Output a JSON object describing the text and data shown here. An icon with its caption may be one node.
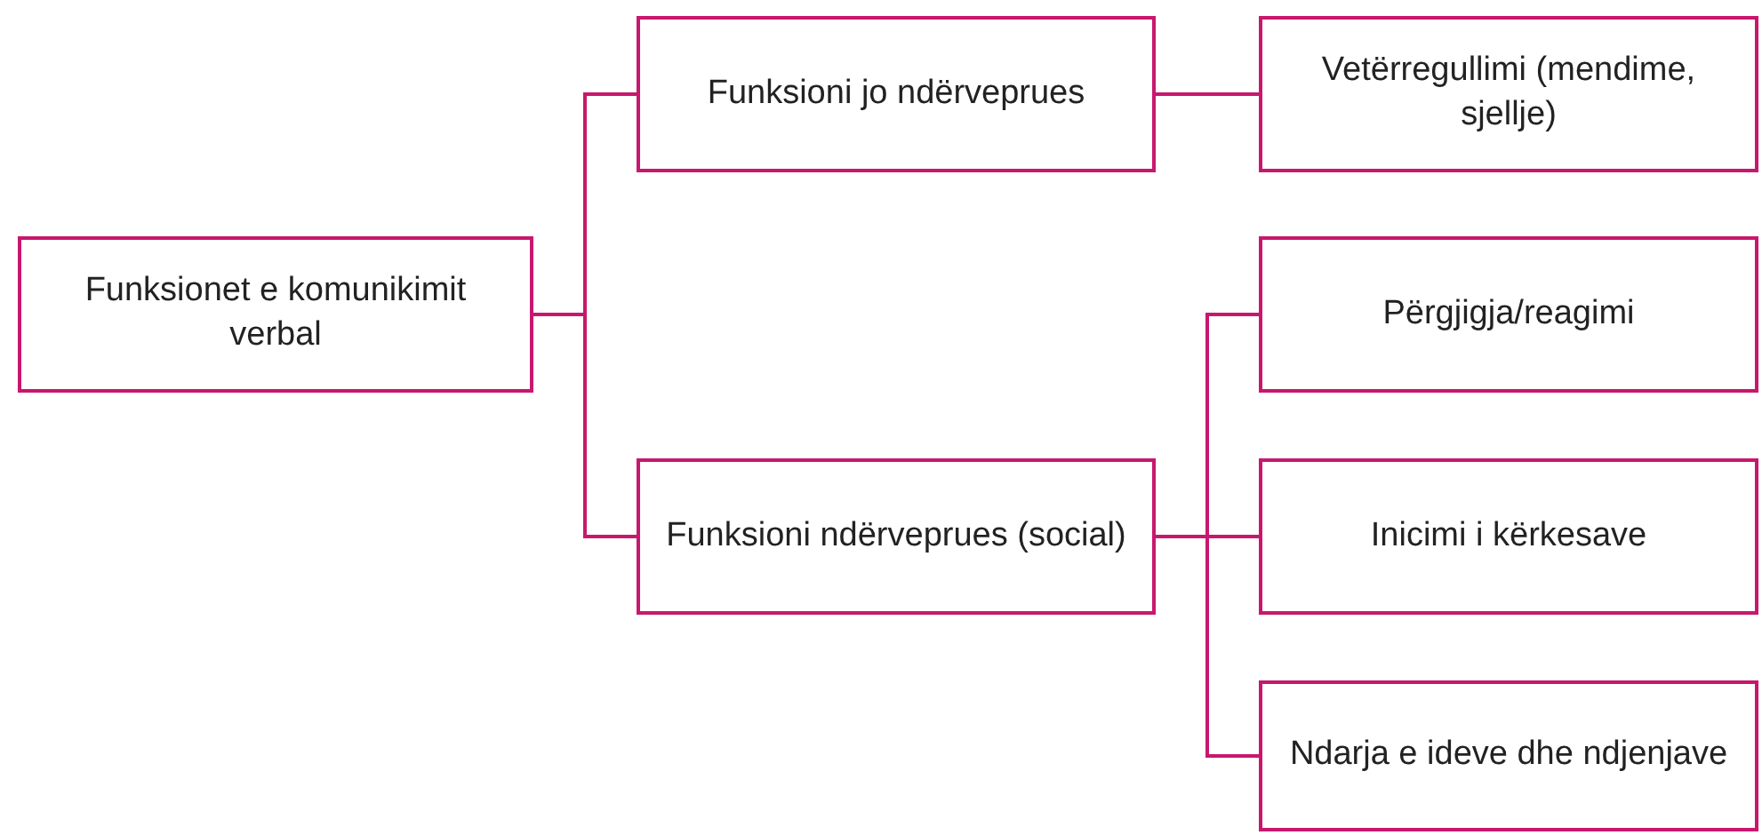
{
  "diagram": {
    "nodes": [
      {
        "text": [
          "Funksionet e komunikimit verbal"
        ]
      },
      {
        "text": [
          "Funksioni jo ndërveprues"
        ]
      },
      {
        "text": [
          "Vetërregullimi (mendime, sjellje)"
        ]
      },
      {
        "text": [
          "Funksioni ndërveprues (social)"
        ]
      },
      {
        "text": [
          "Përgjigja/reagimi"
        ]
      },
      {
        "text": [
          "Inicimi i kërkesave"
        ]
      },
      {
        "text": [
          "Ndarja e ideve dhe ndjenjave"
        ]
      }
    ],
    "edges": [
      {
        "from": 0,
        "to": 1,
        "arrow": "none"
      },
      {
        "from": 0,
        "to": 3,
        "arrow": "none"
      },
      {
        "from": 1,
        "to": 2,
        "arrow": "none"
      },
      {
        "from": 3,
        "to": 4,
        "arrow": "none"
      },
      {
        "from": 3,
        "to": 5,
        "arrow": "none"
      },
      {
        "from": 3,
        "to": 6,
        "arrow": "none"
      }
    ]
  }
}
